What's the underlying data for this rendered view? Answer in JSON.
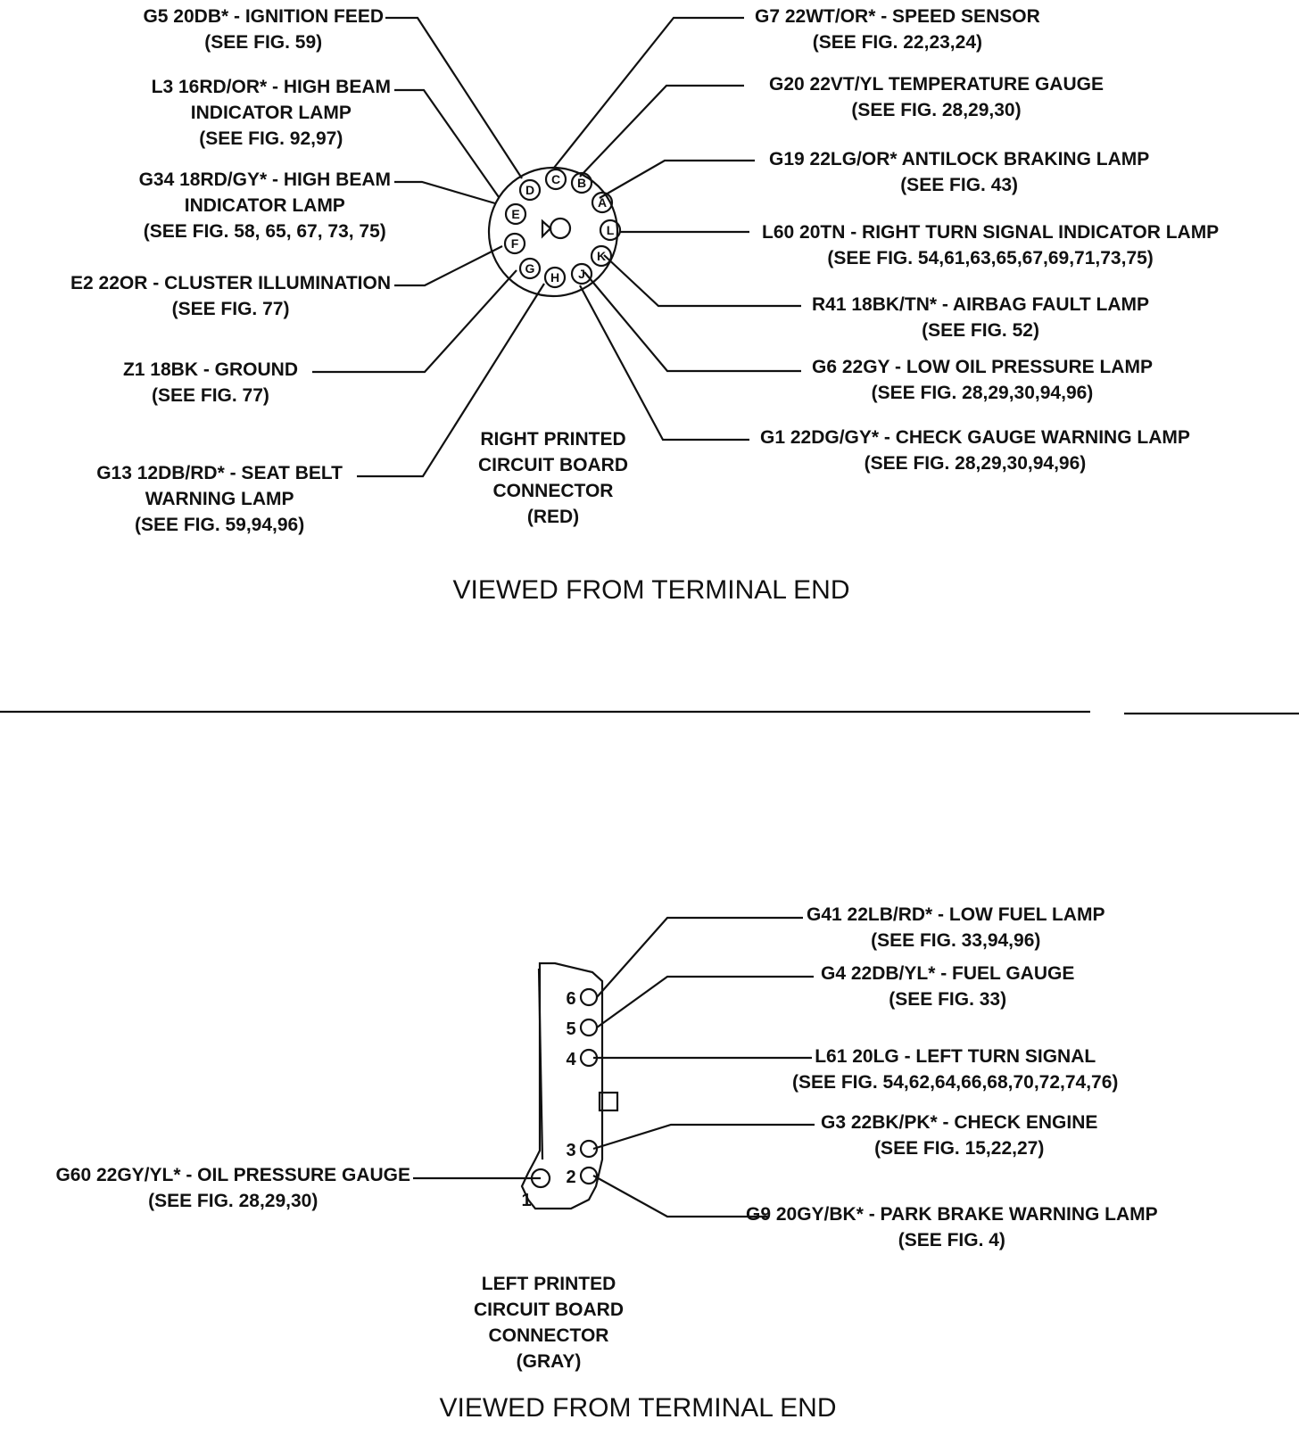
{
  "top_connector": {
    "name_lines": [
      "RIGHT PRINTED",
      "CIRCUIT BOARD",
      "CONNECTOR",
      "(RED)"
    ],
    "view": "VIEWED FROM TERMINAL END",
    "pins": [
      "A",
      "B",
      "C",
      "D",
      "E",
      "F",
      "G",
      "H",
      "J",
      "K",
      "L"
    ],
    "circuits": [
      {
        "lines": [
          "G5 20DB* - IGNITION FEED",
          "(SEE FIG. 59)"
        ]
      },
      {
        "lines": [
          "L3 16RD/OR* - HIGH BEAM",
          "INDICATOR LAMP",
          "(SEE FIG. 92,97)"
        ]
      },
      {
        "lines": [
          "G34 18RD/GY* - HIGH BEAM",
          "INDICATOR LAMP",
          "(SEE FIG. 58, 65, 67, 73, 75)"
        ]
      },
      {
        "lines": [
          "E2 22OR - CLUSTER ILLUMINATION",
          "(SEE FIG. 77)"
        ]
      },
      {
        "lines": [
          "Z1 18BK - GROUND",
          "(SEE FIG. 77)"
        ]
      },
      {
        "lines": [
          "G13 12DB/RD* - SEAT BELT",
          "WARNING LAMP",
          "(SEE FIG. 59,94,96)"
        ]
      },
      {
        "lines": [
          "G7 22WT/OR* - SPEED SENSOR",
          "(SEE FIG. 22,23,24)"
        ]
      },
      {
        "lines": [
          "G20 22VT/YL TEMPERATURE GAUGE",
          "(SEE FIG. 28,29,30)"
        ]
      },
      {
        "lines": [
          "G19 22LG/OR* ANTILOCK BRAKING LAMP",
          "(SEE FIG. 43)"
        ]
      },
      {
        "lines": [
          "L60 20TN - RIGHT TURN SIGNAL INDICATOR LAMP",
          "(SEE FIG. 54,61,63,65,67,69,71,73,75)"
        ]
      },
      {
        "lines": [
          "R41 18BK/TN* - AIRBAG FAULT LAMP",
          "(SEE FIG. 52)"
        ]
      },
      {
        "lines": [
          "G6 22GY - LOW OIL PRESSURE LAMP",
          "(SEE FIG. 28,29,30,94,96)"
        ]
      },
      {
        "lines": [
          "G1 22DG/GY* - CHECK GAUGE WARNING LAMP",
          "(SEE FIG. 28,29,30,94,96)"
        ]
      }
    ]
  },
  "bottom_connector": {
    "name_lines": [
      "LEFT PRINTED",
      "CIRCUIT BOARD",
      "CONNECTOR",
      "(GRAY)"
    ],
    "view": "VIEWED FROM TERMINAL END",
    "pins": [
      "6",
      "5",
      "4",
      "3",
      "2",
      "1"
    ],
    "circuits": [
      {
        "lines": [
          "G41 22LB/RD* - LOW FUEL LAMP",
          "(SEE FIG. 33,94,96)"
        ]
      },
      {
        "lines": [
          "G4 22DB/YL* - FUEL GAUGE",
          "(SEE FIG. 33)"
        ]
      },
      {
        "lines": [
          "L61 20LG - LEFT TURN SIGNAL",
          "(SEE FIG. 54,62,64,66,68,70,72,74,76)"
        ]
      },
      {
        "lines": [
          "G3 22BK/PK* - CHECK ENGINE",
          "(SEE FIG. 15,22,27)"
        ]
      },
      {
        "lines": [
          "G9 20GY/BK* - PARK BRAKE WARNING LAMP",
          "(SEE FIG. 4)"
        ]
      },
      {
        "lines": [
          "G60 22GY/YL* - OIL PRESSURE GAUGE",
          "(SEE FIG. 28,29,30)"
        ]
      }
    ]
  }
}
